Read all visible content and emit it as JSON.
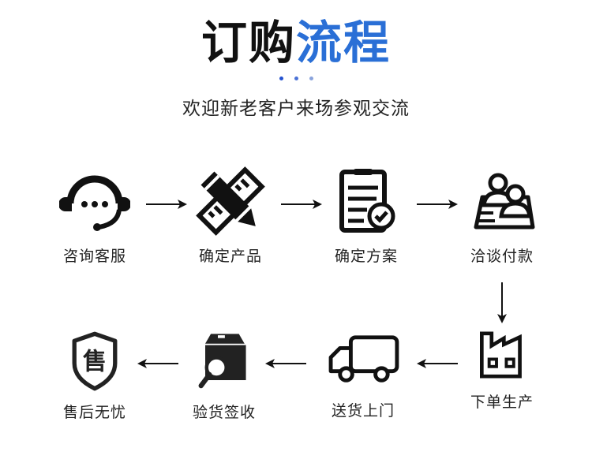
{
  "title": {
    "part1": "订购",
    "part2": "流程",
    "accent_color": "#2a6fd6"
  },
  "dots": [
    "#2452d0",
    "#4b72d6",
    "#8aa3dc"
  ],
  "subtitle": "欢迎新老客户来场参观交流",
  "steps": [
    {
      "label": "咨询客服",
      "icon": "headset-icon"
    },
    {
      "label": "确定产品",
      "icon": "pencil-ruler-icon"
    },
    {
      "label": "确定方案",
      "icon": "clipboard-check-icon"
    },
    {
      "label": "洽谈付款",
      "icon": "meeting-people-icon"
    },
    {
      "label": "下单生产",
      "icon": "factory-icon"
    },
    {
      "label": "送货上门",
      "icon": "truck-icon"
    },
    {
      "label": "验货签收",
      "icon": "box-inspect-icon"
    },
    {
      "label": "售后无忧",
      "icon": "shield-after-sales-icon"
    }
  ],
  "shield_glyph": "售"
}
